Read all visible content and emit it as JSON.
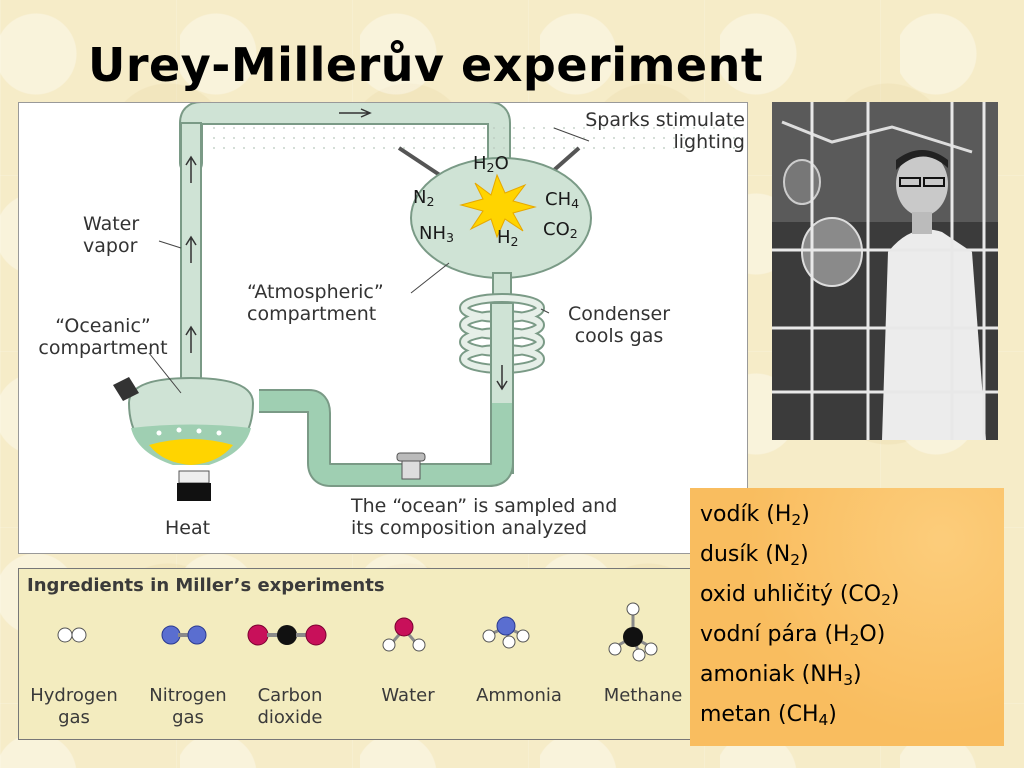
{
  "title": "Urey-Millerův experiment",
  "diagram": {
    "sparks": [
      "Sparks stimulate",
      "lighting"
    ],
    "water_vapor": [
      "Water",
      "vapor"
    ],
    "atmospheric": [
      "“Atmospheric”",
      "compartment"
    ],
    "oceanic": [
      "“Oceanic”",
      "compartment"
    ],
    "condenser": [
      "Condenser",
      "cools gas"
    ],
    "heat": "Heat",
    "ocean_sampled": [
      "The “ocean” is sampled and",
      "its composition analyzed"
    ],
    "gases": {
      "h2o": {
        "base": "H",
        "sub": "2",
        "tail": "O"
      },
      "n2": {
        "base": "N",
        "sub": "2",
        "tail": ""
      },
      "ch4": {
        "base": "CH",
        "sub": "4",
        "tail": ""
      },
      "nh3": {
        "base": "NH",
        "sub": "3",
        "tail": ""
      },
      "h2": {
        "base": "H",
        "sub": "2",
        "tail": ""
      },
      "co2": {
        "base": "CO",
        "sub": "2",
        "tail": ""
      }
    }
  },
  "ingredients": {
    "title": "Ingredients in Miller’s experiments",
    "items": [
      {
        "line1": "Hydrogen",
        "line2": "gas"
      },
      {
        "line1": "Nitrogen",
        "line2": "gas"
      },
      {
        "line1": "Carbon",
        "line2": "dioxide"
      },
      {
        "line1": "Water",
        "line2": ""
      },
      {
        "line1": "Ammonia",
        "line2": ""
      },
      {
        "line1": "Methane",
        "line2": ""
      }
    ]
  },
  "list": [
    {
      "pre": "vodík (H",
      "sub": "2",
      "post": ")"
    },
    {
      "pre": "dusík (N",
      "sub": "2",
      "post": ")"
    },
    {
      "pre": "oxid uhličitý (CO",
      "sub": "2",
      "post": ")"
    },
    {
      "pre": "vodní pára (H",
      "sub": "2",
      "post": "O)"
    },
    {
      "pre": "amoniak (NH",
      "sub": "3",
      "post": ")"
    },
    {
      "pre": "metan (CH",
      "sub": "4",
      "post": ")"
    }
  ],
  "colors": {
    "tube": "#cfe3d5",
    "tube_stroke": "#7a9a86",
    "spark": "#ffd400",
    "hydrogen_atom": "#ffffff",
    "nitrogen_atom": "#5a6ed0",
    "carbon_atom": "#111111",
    "oxygen_atom": "#c8105a",
    "list_bg": "#f9bd5f"
  }
}
